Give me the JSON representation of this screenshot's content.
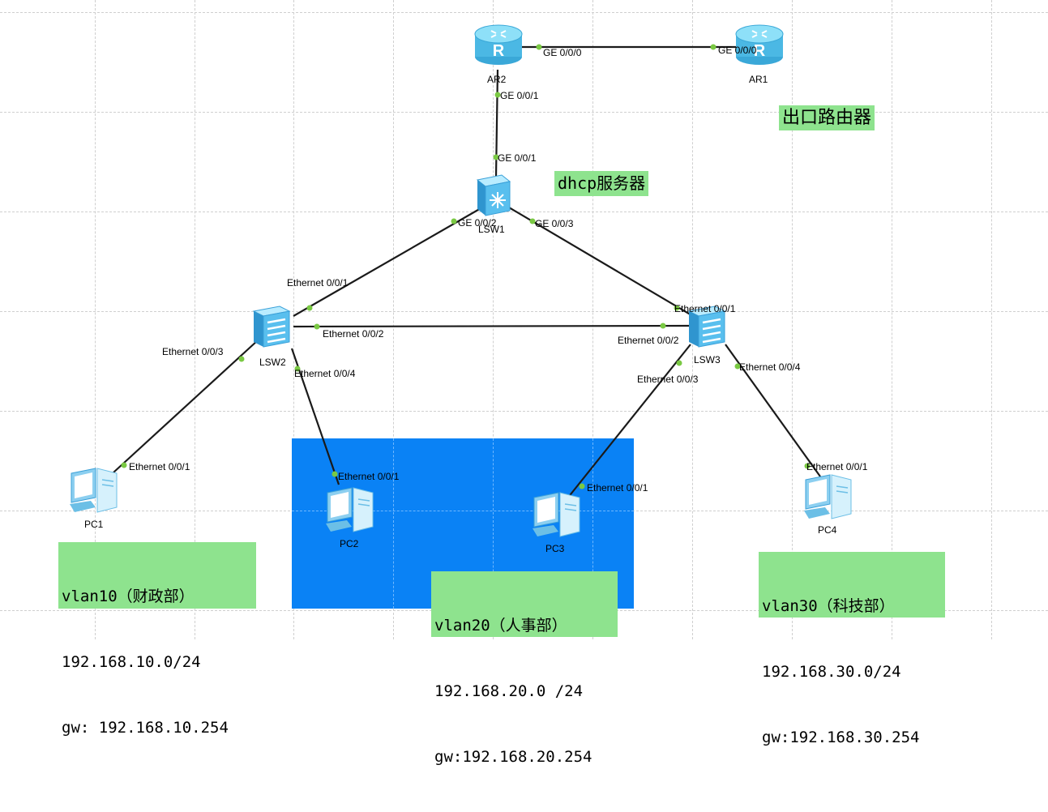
{
  "devices": {
    "ar2": {
      "label": "AR2",
      "icon": "router-icon"
    },
    "ar1": {
      "label": "AR1",
      "icon": "router-icon"
    },
    "lsw1": {
      "label": "LSW1",
      "icon": "core-switch-icon"
    },
    "lsw2": {
      "label": "LSW2",
      "icon": "switch-icon"
    },
    "lsw3": {
      "label": "LSW3",
      "icon": "switch-icon"
    },
    "pc1": {
      "label": "PC1",
      "icon": "pc-icon"
    },
    "pc2": {
      "label": "PC2",
      "icon": "pc-icon"
    },
    "pc3": {
      "label": "PC3",
      "icon": "pc-icon"
    },
    "pc4": {
      "label": "PC4",
      "icon": "pc-icon"
    }
  },
  "ports": {
    "ar2_ge000": "GE 0/0/0",
    "ar1_ge000": "GE 0/0/0",
    "ar2_ge001": "GE 0/0/1",
    "lsw1_ge001": "GE 0/0/1",
    "lsw1_ge002": "GE 0/0/2",
    "lsw1_ge003": "GE 0/0/3",
    "lsw2_e001": "Ethernet 0/0/1",
    "lsw2_e002": "Ethernet 0/0/2",
    "lsw2_e003": "Ethernet 0/0/3",
    "lsw2_e004": "Ethernet 0/0/4",
    "lsw3_e001": "Ethernet 0/0/1",
    "lsw3_e002": "Ethernet 0/0/2",
    "lsw3_e003": "Ethernet 0/0/3",
    "lsw3_e004": "Ethernet 0/0/4",
    "pc1_e001": "Ethernet 0/0/1",
    "pc2_e001": "Ethernet 0/0/1",
    "pc3_e001": "Ethernet 0/0/1",
    "pc4_e001": "Ethernet 0/0/1"
  },
  "notes": {
    "egress": "出口路由器",
    "dhcp": "dhcp服务器",
    "vlan10": [
      "vlan10（财政部）",
      "192.168.10.0/24",
      "gw: 192.168.10.254"
    ],
    "vlan20": [
      "vlan20（人事部）",
      "192.168.20.0 /24",
      "gw:192.168.20.254"
    ],
    "vlan30": [
      "vlan30（科技部）",
      "192.168.30.0/24",
      "gw:192.168.30.254"
    ]
  },
  "colors": {
    "router": "#5fc8f0",
    "switch": "#5ab4e8",
    "pc": "#8ccff0",
    "port_dot": "#7ac943",
    "link": "#1a1a1a",
    "note_bg": "#8ee38e",
    "area": "#0a82f5"
  }
}
